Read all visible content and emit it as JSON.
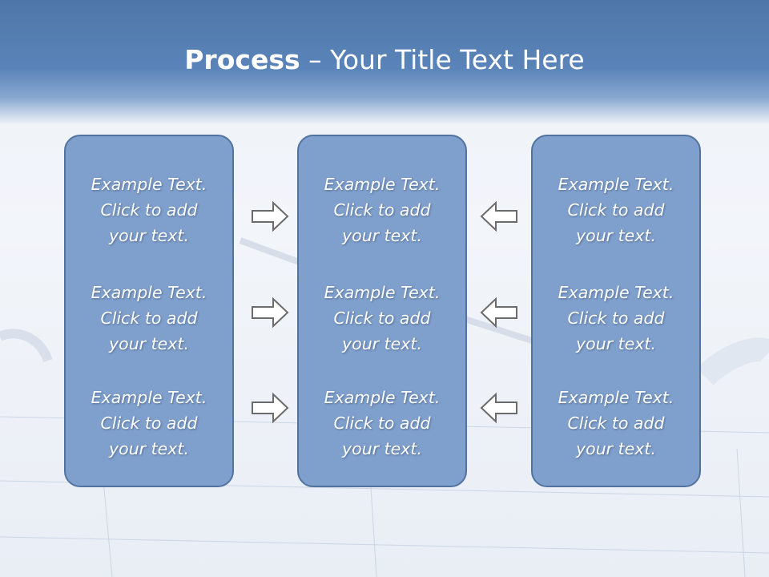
{
  "slide": {
    "title_bold": "Process",
    "title_rest": " – Your Title Text Here"
  },
  "columns": [
    {
      "items": [
        [
          "Example Text.",
          "Click  to add",
          "your text."
        ],
        [
          "Example Text.",
          "Click  to add",
          "your text."
        ],
        [
          "Example Text.",
          "Click  to add",
          "your text."
        ]
      ]
    },
    {
      "items": [
        [
          "Example Text.",
          "Click  to add",
          "your text."
        ],
        [
          "Example Text.",
          "Click  to add",
          "your text."
        ],
        [
          "Example Text.",
          "Click  to add",
          "your text."
        ]
      ]
    },
    {
      "items": [
        [
          "Example Text.",
          "Click  to add",
          "your text."
        ],
        [
          "Example Text.",
          "Click  to add",
          "your text."
        ],
        [
          "Example Text.",
          "Click  to add",
          "your text."
        ]
      ]
    }
  ],
  "arrows": {
    "left_group": "arrow-right-icon",
    "right_group": "arrow-left-icon"
  },
  "colors": {
    "header": "#5a84b9",
    "box_fill": "#7f9fcc",
    "box_border": "#52739f",
    "arrow_stroke": "#6b6b6b"
  }
}
